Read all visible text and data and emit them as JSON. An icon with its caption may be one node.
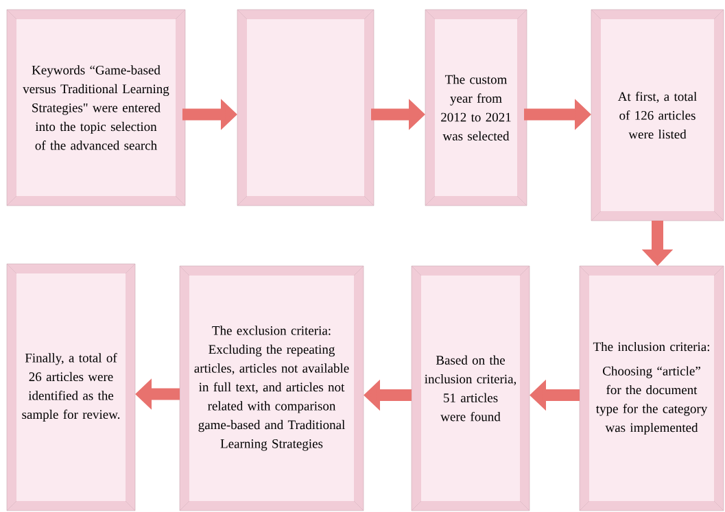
{
  "diagram": {
    "nodes": [
      {
        "text": [
          "Keywords “Game-based versus Traditional Learning Strategies\" were entered into the topic selection of the advanced search"
        ]
      },
      {
        "text": [],
        "shape": "box"
      },
      {
        "text": [
          "The custom year from 2012 to 2021 was selected"
        ]
      },
      {
        "text": [
          "At first, a total of 126 articles were listed"
        ]
      },
      {
        "text": [
          "The inclusion criteria:",
          "Choosing “article” for the document type for the category was implemented"
        ]
      },
      {
        "text": [
          "Based on the inclusion criteria, 51 articles were found"
        ]
      },
      {
        "text": [
          "The exclusion criteria: Excluding the repeating articles, articles not available in full text, and articles not related with comparison game-based and Traditional Learning Strategies"
        ]
      },
      {
        "text": [
          "Finally, a total of 26 articles were identified as the sample for review."
        ]
      }
    ],
    "edges": [
      {
        "from": 0,
        "to": 1,
        "arrow": "to"
      },
      {
        "from": 1,
        "to": 2,
        "arrow": "to"
      },
      {
        "from": 2,
        "to": 3,
        "arrow": "to"
      },
      {
        "from": 3,
        "to": 4,
        "arrow": "to"
      },
      {
        "from": 4,
        "to": 5,
        "arrow": "to"
      },
      {
        "from": 5,
        "to": 6,
        "arrow": "to"
      },
      {
        "from": 6,
        "to": 7,
        "arrow": "to"
      }
    ]
  }
}
